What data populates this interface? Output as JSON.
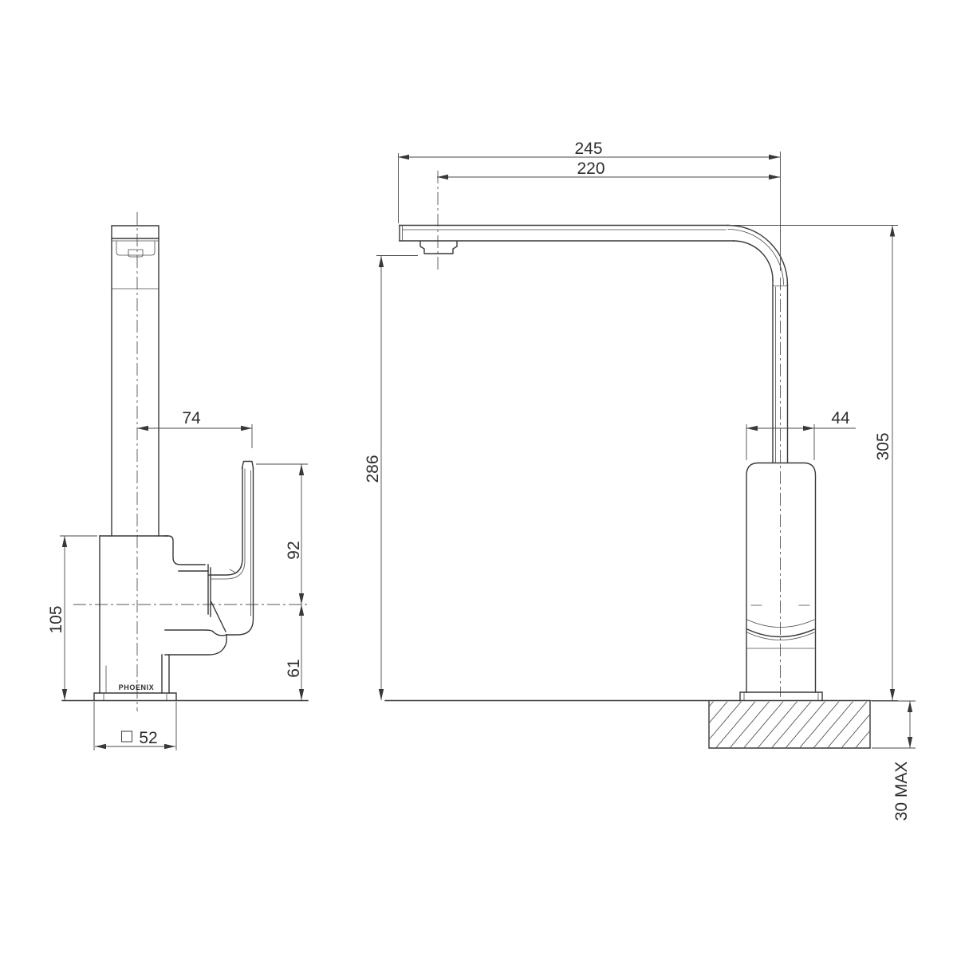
{
  "drawing": {
    "kind": "technical dimension drawing",
    "brand_label": "PHOENIX",
    "line_color": "#383838",
    "background": "#ffffff",
    "symbols": {
      "square_section": "□"
    }
  },
  "dims": {
    "d245": "245",
    "d220": "220",
    "d286": "286",
    "d305": "305",
    "d44": "44",
    "d74": "74",
    "d105": "105",
    "d92": "92",
    "d61": "61",
    "d52": "52",
    "d30max": "30 MAX"
  }
}
